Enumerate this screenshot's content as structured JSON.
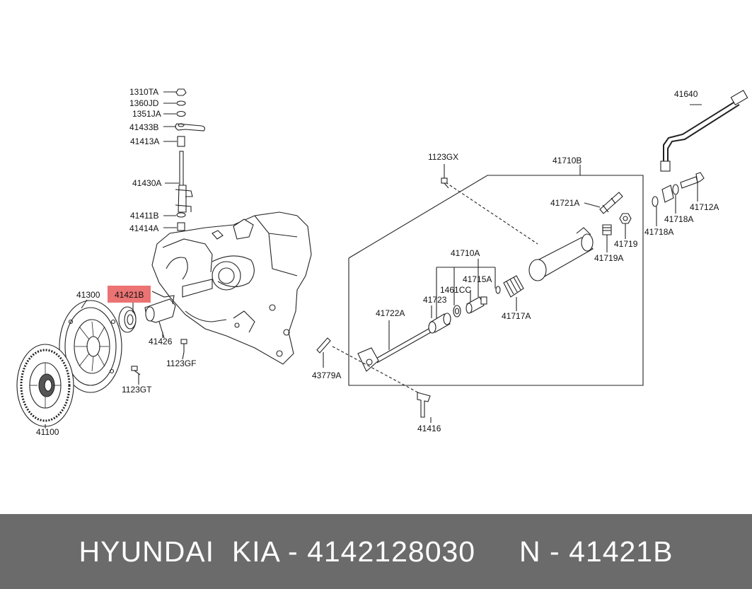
{
  "diagram": {
    "highlight_color": "#e75a5a",
    "labels": {
      "p1310TA": "1310TA",
      "p1360JD": "1360JD",
      "p1351JA": "1351JA",
      "p41433B": "41433B",
      "p41413A": "41413A",
      "p41430A": "41430A",
      "p41411B": "41411B",
      "p41414A": "41414A",
      "p41300": "41300",
      "p41421B": "41421B",
      "p41426": "41426",
      "p1123GF": "1123GF",
      "p1123GT": "1123GT",
      "p41100": "41100",
      "p1123GX": "1123GX",
      "p41710B": "41710B",
      "p41721A": "41721A",
      "p41710A": "41710A",
      "p41715A": "41715A",
      "p1461CC": "1461CC",
      "p41723": "41723",
      "p41717A": "41717A",
      "p41722A": "41722A",
      "p43779A": "43779A",
      "p41416": "41416",
      "p41640": "41640",
      "p41712A": "41712A",
      "p41718A_1": "41718A",
      "p41718A_2": "41718A",
      "p41719": "41719",
      "p41719A": "41719A"
    }
  },
  "footer": {
    "text": "HYUNDAI  KIA - 4142128030     N - 41421B"
  }
}
